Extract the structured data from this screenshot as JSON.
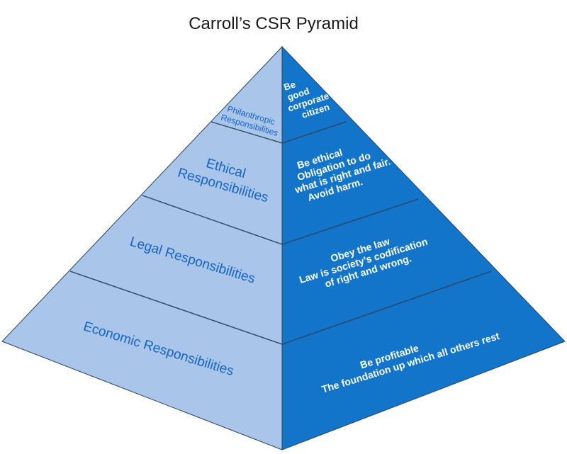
{
  "title": "Carroll’s CSR Pyramid",
  "colors": {
    "left_face": "#a9c5ea",
    "right_face": "#1275c9",
    "edge": "#2b4460",
    "left_text": "#1565c0",
    "right_text": "#ffffff"
  },
  "layers": [
    {
      "name": "Philanthropic Responsibilities",
      "left_lines": [
        "Philanthropic",
        "Responsibilities"
      ],
      "right_lines": [
        "Be",
        "good",
        "corporate",
        "citizen"
      ]
    },
    {
      "name": "Ethical Responsibilities",
      "left_lines": [
        "Ethical",
        "Responsibilities"
      ],
      "right_lines": [
        "Be ethical",
        "Obligation to do",
        "what is right and fair.",
        "Avoid harm."
      ]
    },
    {
      "name": "Legal Responsibilities",
      "left_lines": [
        "Legal Responsibilities"
      ],
      "right_lines": [
        "Obey the law",
        "Law is society’s codification",
        "of right and wrong."
      ]
    },
    {
      "name": "Economic Responsibilities",
      "left_lines": [
        "Economic Responsibilities"
      ],
      "right_lines": [
        "Be profitable",
        "The foundation up which all others rest"
      ]
    }
  ]
}
